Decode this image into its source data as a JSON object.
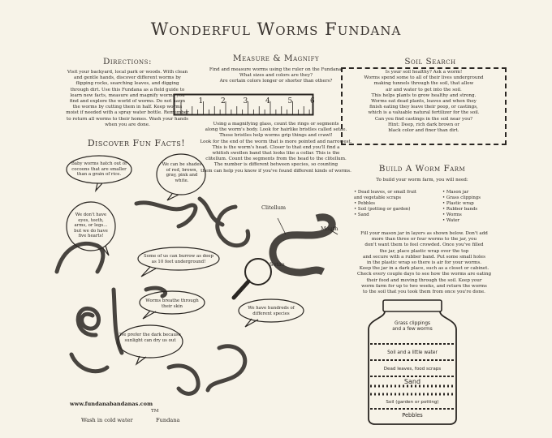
{
  "title": "Wonderful Worms Fundana",
  "directions": {
    "heading": "Directions:",
    "text": "Visit your backyard, local park or woods. With clean\nand gentle hands, discover different worms by\nflipping rocks, searching leaves, and digging\nthrough dirt. Use this Fundana as a field guide to\nlearn new facts, measure and magnify worms you\nfind and explore the world of worms. Do not harm\nthe worms by cutting them in half. Keep worms\nmoist if needed with a spray water bottle. Remember\nto return all worms to their homes. Wash your hands\nwhen you are done."
  },
  "measure": {
    "heading": "Measure & Magnify",
    "intro": "Find and measure worms using the ruler on the Fundana.\nWhat sizes and colors are they?\nAre certain colors longer or shorter than others?",
    "ruler_numbers": [
      "1",
      "2",
      "3",
      "4",
      "5",
      "6"
    ],
    "text": "Using a magnifying glass, count the rings or segments\nalong the worm's body. Look for hairlike bristles called setae.\nThese bristles help worms grip things and crawl!\nLook for the end of the worm that is more pointed and narrowest.\nThis is the worm's head. Closer to that end you'll find a\nwhitish swollen band that looks like a collar. This is the\nclitellum. Count the segments from the head to the clitellum.\nThe number is different between species, so counting\nthem can help you know if you've found different kinds of worms."
  },
  "soil_search": {
    "heading": "Soil Search",
    "text": "Is your soil healthy? Ask a worm!\nWorms spend some to all of their lives underground\nmaking tunnels through the soil, that allow\nair and water to get into the soil.\nThis helps plants to grow healthy and strong.\nWorms eat dead plants, leaves and when they\nfinish eating they leave their poop, or castings,\nwhich is a valuable natural fertilizer for the soil.\nCan you find castings in the soil near you?\nHint: Deep, rich dark brown or\nblack color and finer than dirt."
  },
  "fun_facts": {
    "heading": "Discover Fun Facts!",
    "bubbles": [
      "Baby worms hatch out of\ncocoons that are smaller\nthan a grain of rice.",
      "We can be shades\nof red, brown,\ngray, pink and\nwhite.",
      "We don't have\neyes, teeth,\narms, or legs...\nbut we do have\nfive hearts!",
      "Some of us can burrow as deep\nas 10 feet underground!",
      "Worms breathe through\ntheir skin",
      "We have hundreds of\ndifferent species",
      "We prefer the dark because\nsunlight can dry us out"
    ]
  },
  "diagram_labels": {
    "clitellum": "Clitellum",
    "mouth": "Mouth",
    "setae": "Setae"
  },
  "worm_farm": {
    "heading": "Build A Worm Farm",
    "intro": "To build your worm farm, you will need:",
    "supplies_left": [
      "Dead leaves, or small fruit\nand vegetable scraps",
      "Pebbles",
      "Soil (potting or garden)",
      "Sand"
    ],
    "supplies_right": [
      "Mason jar",
      "Grass clippings",
      "Plastic wrap",
      "Rubber bands",
      "Worms",
      "Water"
    ],
    "text": "Fill your mason jar in layers as shown below. Don't add\nmore than three or four worms to the jar, you\ndon't want them to feel crowded. Once you've filled\nthe jar, place plastic wrap over the top\nand secure with a rubber band. Put some small holes\nin the plastic wrap so there is air for your worms.\nKeep the jar in a dark place, such as a closet or cabinet.\nCheck every couple days to see how the worms are eating\ntheir food and moving through the soil. Keep your\nworm farm for up to two weeks, and return the worms\nto the soil that you took them from once you're done.",
    "jar_layers": [
      "Grass clippings\nand a few worms",
      "Soil and a little water",
      "Dead leaves, food scraps",
      "Sand",
      "Soil (garden or potting)",
      "Pebbles"
    ]
  },
  "footer": {
    "url": "www.fundanabandanas.com",
    "wash": "Wash in cold water",
    "tm": "TM",
    "brand": "Fundana"
  },
  "colors": {
    "fabric": "#f7f3e8",
    "ink": "#2a2622"
  }
}
